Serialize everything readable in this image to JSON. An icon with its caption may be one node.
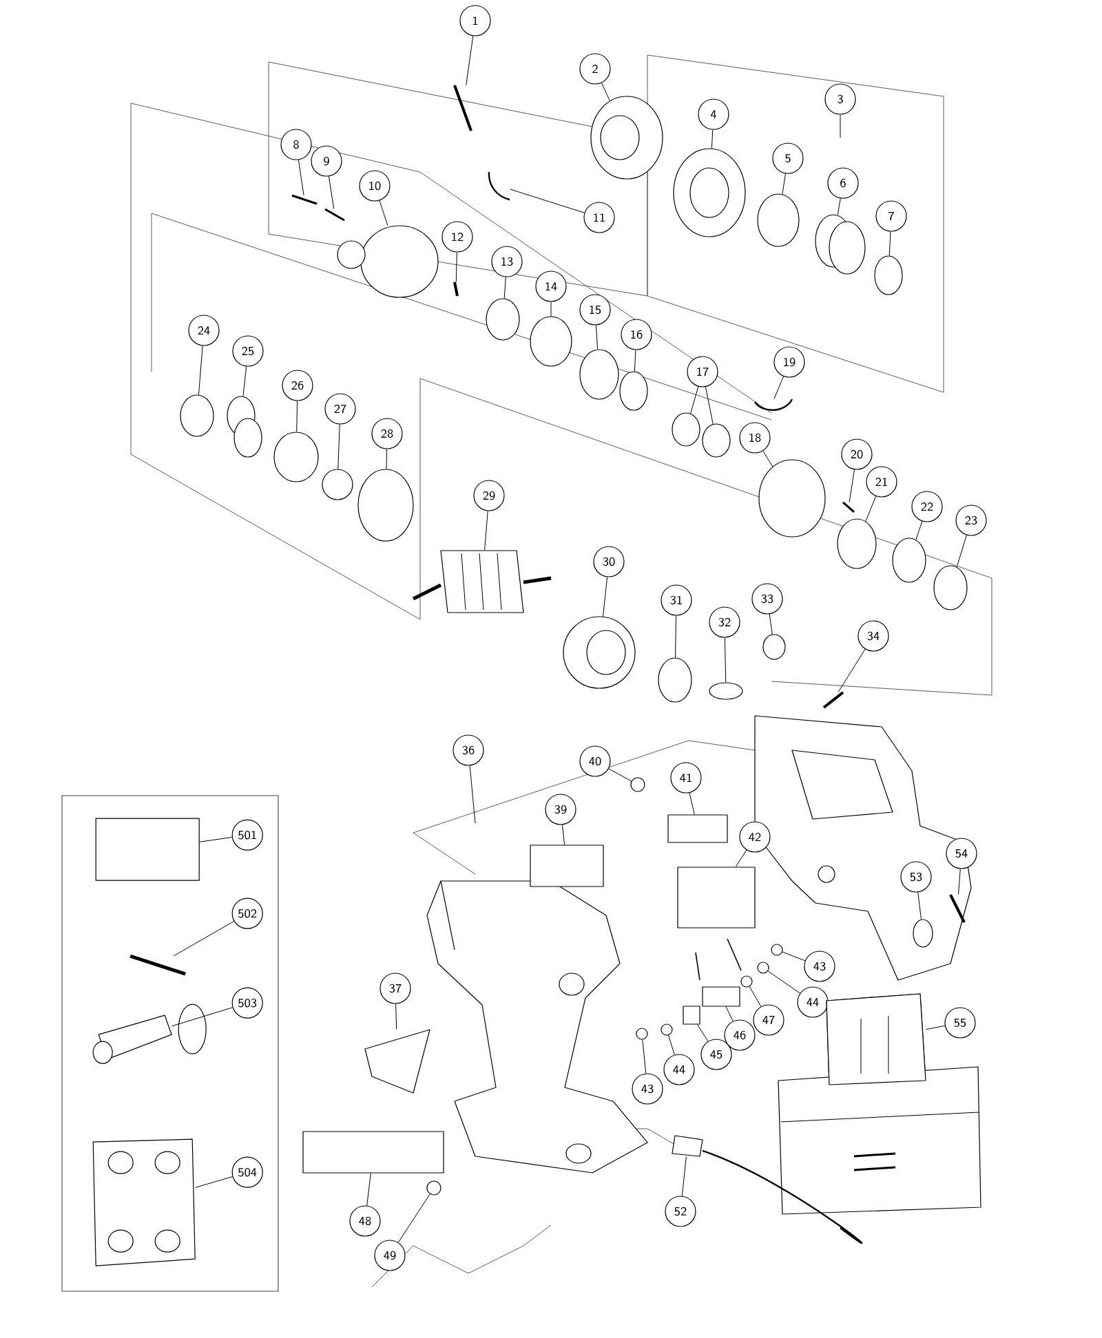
{
  "diagram": {
    "nodes": [
      {
        "text": [],
        "shape": "box"
      },
      {
        "text": [
          "1"
        ]
      },
      {
        "text": [
          "2"
        ]
      },
      {
        "text": [
          "3"
        ]
      },
      {
        "text": [
          "4"
        ]
      },
      {
        "text": [
          "5"
        ]
      },
      {
        "text": [
          "6"
        ]
      },
      {
        "text": [
          "7"
        ]
      },
      {
        "text": [
          "8"
        ]
      },
      {
        "text": [
          "9"
        ]
      },
      {
        "text": [
          "10"
        ]
      },
      {
        "text": [
          "11"
        ]
      },
      {
        "text": [
          "12"
        ]
      },
      {
        "text": [
          "13"
        ]
      },
      {
        "text": [
          "14"
        ]
      },
      {
        "text": [
          "15"
        ]
      },
      {
        "text": [
          "16"
        ]
      },
      {
        "text": [
          "17"
        ]
      },
      {
        "text": [
          "18"
        ]
      },
      {
        "text": [
          "19"
        ]
      },
      {
        "text": [
          "20"
        ]
      },
      {
        "text": [
          "21"
        ]
      },
      {
        "text": [
          "22"
        ]
      },
      {
        "text": [
          "23"
        ]
      },
      {
        "text": [
          "24"
        ]
      },
      {
        "text": [
          "25"
        ]
      },
      {
        "text": [
          "26"
        ]
      },
      {
        "text": [
          "27"
        ]
      },
      {
        "text": [
          "28"
        ]
      },
      {
        "text": [
          "29"
        ]
      },
      {
        "text": [
          "30"
        ]
      },
      {
        "text": [
          "31"
        ]
      },
      {
        "text": [
          "32"
        ]
      },
      {
        "text": [
          "33"
        ]
      },
      {
        "text": [
          "34"
        ]
      },
      {
        "text": [
          "36"
        ]
      },
      {
        "text": [
          "40"
        ]
      },
      {
        "text": [
          "41"
        ]
      },
      {
        "text": [
          "39"
        ]
      },
      {
        "text": [
          "42"
        ]
      },
      {
        "text": [
          "53"
        ]
      },
      {
        "text": [
          "54"
        ]
      },
      {
        "text": [
          "43"
        ]
      },
      {
        "text": [
          "37"
        ]
      },
      {
        "text": [
          "44"
        ]
      },
      {
        "text": [
          "47"
        ]
      },
      {
        "text": [
          "46"
        ]
      },
      {
        "text": [
          "55"
        ]
      },
      {
        "text": [
          "45"
        ]
      },
      {
        "text": [
          "44"
        ]
      },
      {
        "text": [
          "43"
        ]
      },
      {
        "text": [
          "52"
        ]
      },
      {
        "text": [
          "48"
        ]
      },
      {
        "text": [
          "49"
        ]
      },
      {
        "text": [
          "501"
        ],
        "in": 0
      },
      {
        "text": [
          "502"
        ],
        "in": 0
      },
      {
        "text": [
          "503"
        ],
        "in": 0
      },
      {
        "text": [
          "504"
        ],
        "in": 0
      },
      {
        "text": [],
        "shape": "picture"
      },
      {
        "text": [],
        "shape": "circle"
      },
      {
        "text": [],
        "shape": "circle"
      },
      {
        "text": [],
        "shape": "circle"
      },
      {
        "text": [],
        "shape": "circle"
      },
      {
        "text": [],
        "shape": "circle"
      },
      {
        "text": [],
        "shape": "picture"
      },
      {
        "text": [],
        "shape": "picture"
      },
      {
        "text": [],
        "shape": "circle"
      },
      {
        "text": [],
        "shape": "picture"
      },
      {
        "text": [],
        "shape": "picture"
      },
      {
        "text": [],
        "shape": "circle"
      },
      {
        "text": [],
        "shape": "circle"
      },
      {
        "text": [],
        "shape": "circle"
      },
      {
        "text": [],
        "shape": "circle"
      },
      {
        "text": [],
        "shape": "circle"
      },
      {
        "text": [],
        "shape": "circle"
      },
      {
        "text": [],
        "shape": "circle"
      },
      {
        "text": [],
        "shape": "picture"
      },
      {
        "text": [],
        "shape": "picture"
      },
      {
        "text": [],
        "shape": "circle"
      },
      {
        "text": [],
        "shape": "circle"
      },
      {
        "text": [],
        "shape": "circle"
      },
      {
        "text": [],
        "shape": "circle"
      },
      {
        "text": [],
        "shape": "circle"
      },
      {
        "text": [],
        "shape": "circle"
      },
      {
        "text": [],
        "shape": "circle"
      },
      {
        "text": [],
        "shape": "circle"
      },
      {
        "text": [],
        "shape": "picture"
      },
      {
        "text": [],
        "shape": "circle"
      },
      {
        "text": [],
        "shape": "circle"
      },
      {
        "text": [],
        "shape": "circle"
      },
      {
        "text": [],
        "shape": "circle"
      },
      {
        "text": [],
        "shape": "picture"
      },
      {
        "text": [],
        "shape": "circle"
      },
      {
        "text": [],
        "shape": "box"
      },
      {
        "text": [],
        "shape": "box"
      },
      {
        "text": [],
        "shape": "box"
      },
      {
        "text": [],
        "shape": "circle"
      },
      {
        "text": [],
        "shape": "picture"
      },
      {
        "text": [],
        "shape": "circle"
      },
      {
        "text": [],
        "shape": "picture"
      },
      {
        "text": [],
        "shape": "circle"
      },
      {
        "text": [],
        "shape": "circle"
      },
      {
        "text": [],
        "shape": "box"
      },
      {
        "text": [],
        "shape": "picture"
      },
      {
        "text": [],
        "shape": "box"
      },
      {
        "text": [],
        "shape": "circle"
      },
      {
        "text": [],
        "shape": "circle"
      },
      {
        "text": [],
        "shape": "picture"
      },
      {
        "text": [],
        "shape": "box"
      },
      {
        "text": [],
        "shape": "circle"
      },
      {
        "text": [],
        "shape": "box",
        "in": 0
      },
      {
        "text": [],
        "shape": "picture",
        "in": 0
      },
      {
        "text": [],
        "shape": "picture",
        "in": 0
      },
      {
        "text": [],
        "shape": "picture",
        "in": 0
      }
    ],
    "edges": [
      {
        "from": 1,
        "to": 58,
        "arrow": "none"
      },
      {
        "from": 2,
        "to": 59,
        "arrow": "none"
      },
      {
        "from": 3,
        "to": null,
        "arrow": "none"
      },
      {
        "from": 4,
        "to": 60,
        "arrow": "none"
      },
      {
        "from": 5,
        "to": 61,
        "arrow": "none"
      },
      {
        "from": 6,
        "to": 62,
        "arrow": "none"
      },
      {
        "from": 7,
        "to": 63,
        "arrow": "none"
      },
      {
        "from": 8,
        "to": 64,
        "arrow": "none"
      },
      {
        "from": 9,
        "to": 65,
        "arrow": "none"
      },
      {
        "from": 10,
        "to": 66,
        "arrow": "none"
      },
      {
        "from": 11,
        "to": 67,
        "arrow": "none"
      },
      {
        "from": 12,
        "to": 68,
        "arrow": "none"
      },
      {
        "from": 13,
        "to": 69,
        "arrow": "none"
      },
      {
        "from": 14,
        "to": 70,
        "arrow": "none"
      },
      {
        "from": 15,
        "to": 71,
        "arrow": "none"
      },
      {
        "from": 16,
        "to": 72,
        "arrow": "none"
      },
      {
        "from": 17,
        "to": 73,
        "arrow": "none"
      },
      {
        "from": 17,
        "to": 74,
        "arrow": "none"
      },
      {
        "from": 18,
        "to": 75,
        "arrow": "none"
      },
      {
        "from": 19,
        "to": 76,
        "arrow": "none"
      },
      {
        "from": 20,
        "to": 77,
        "arrow": "none"
      },
      {
        "from": 21,
        "to": 78,
        "arrow": "none"
      },
      {
        "from": 22,
        "to": 79,
        "arrow": "none"
      },
      {
        "from": 23,
        "to": 80,
        "arrow": "none"
      },
      {
        "from": 24,
        "to": 81,
        "arrow": "none"
      },
      {
        "from": 25,
        "to": 82,
        "arrow": "none"
      },
      {
        "from": 26,
        "to": 83,
        "arrow": "none"
      },
      {
        "from": 27,
        "to": 84,
        "arrow": "none"
      },
      {
        "from": 28,
        "to": 85,
        "arrow": "none"
      },
      {
        "from": 29,
        "to": 86,
        "arrow": "none"
      },
      {
        "from": 30,
        "to": 87,
        "arrow": "none"
      },
      {
        "from": 31,
        "to": 88,
        "arrow": "none"
      },
      {
        "from": 32,
        "to": 89,
        "arrow": "none"
      },
      {
        "from": 33,
        "to": 90,
        "arrow": "none"
      },
      {
        "from": 34,
        "to": 91,
        "arrow": "none"
      },
      {
        "from": 35,
        "to": null,
        "arrow": "none"
      },
      {
        "from": 36,
        "to": 92,
        "arrow": "none"
      },
      {
        "from": 37,
        "to": 93,
        "arrow": "none"
      },
      {
        "from": 38,
        "to": 94,
        "arrow": "none"
      },
      {
        "from": 39,
        "to": 95,
        "arrow": "none"
      },
      {
        "from": 40,
        "to": 96,
        "arrow": "none"
      },
      {
        "from": 41,
        "to": 97,
        "arrow": "none"
      },
      {
        "from": 42,
        "to": 98,
        "arrow": "none"
      },
      {
        "from": 43,
        "to": 99,
        "arrow": "none"
      },
      {
        "from": 44,
        "to": 100,
        "arrow": "none"
      },
      {
        "from": 45,
        "to": 101,
        "arrow": "none"
      },
      {
        "from": 46,
        "to": 102,
        "arrow": "none"
      },
      {
        "from": 47,
        "to": 103,
        "arrow": "none"
      },
      {
        "from": 48,
        "to": 104,
        "arrow": "none"
      },
      {
        "from": 49,
        "to": 105,
        "arrow": "none"
      },
      {
        "from": 50,
        "to": 106,
        "arrow": "none"
      },
      {
        "from": 51,
        "to": 107,
        "arrow": "none"
      },
      {
        "from": 52,
        "to": 108,
        "arrow": "none"
      },
      {
        "from": 53,
        "to": 109,
        "arrow": "none"
      },
      {
        "from": 54,
        "to": 110,
        "arrow": "none"
      },
      {
        "from": 55,
        "to": 111,
        "arrow": "none"
      },
      {
        "from": 56,
        "to": 112,
        "arrow": "none"
      },
      {
        "from": 57,
        "to": 113,
        "arrow": "none"
      }
    ]
  }
}
